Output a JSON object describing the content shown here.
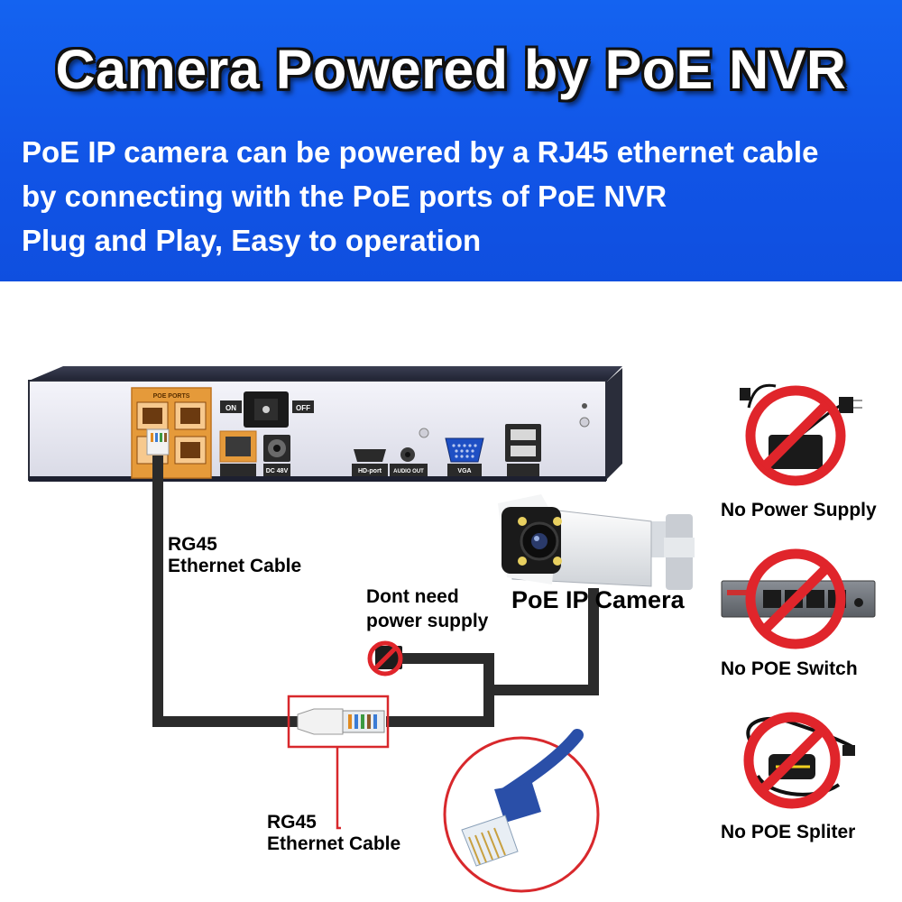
{
  "header": {
    "title": "Camera Powered by PoE NVR",
    "lines": [
      "PoE IP camera can be powered by a RJ45 ethernet cable",
      "by connecting with the PoE ports of PoE NVR",
      "Plug and Play, Easy to operation"
    ]
  },
  "nvr": {
    "poe_ports_label": "POE PORTS",
    "on_label": "ON",
    "off_label": "OFF",
    "dc_label": "DC 48V",
    "hd_port_label": "HD-port",
    "audio_out_label": "AUDIO OUT",
    "vga_label": "VGA"
  },
  "labels": {
    "cable_top_line1": "RG45",
    "cable_top_line2": "Ethernet Cable",
    "no_power_line1": "Dont need",
    "no_power_line2": "power supply",
    "camera": "PoE IP Camera",
    "cable_bottom_line1": "RG45",
    "cable_bottom_line2": "Ethernet Cable"
  },
  "side_items": [
    {
      "label": "No Power Supply",
      "icon": "power-adapter-icon"
    },
    {
      "label": "No POE Switch",
      "icon": "network-switch-icon"
    },
    {
      "label": "No POE Spliter",
      "icon": "poe-splitter-icon"
    }
  ],
  "colors": {
    "header_blue": "#1159e8",
    "prohibit_red": "#e0252b",
    "poe_orange": "#e59a3a",
    "cable": "#2b2b2b",
    "highlight_red": "#d8282c"
  }
}
